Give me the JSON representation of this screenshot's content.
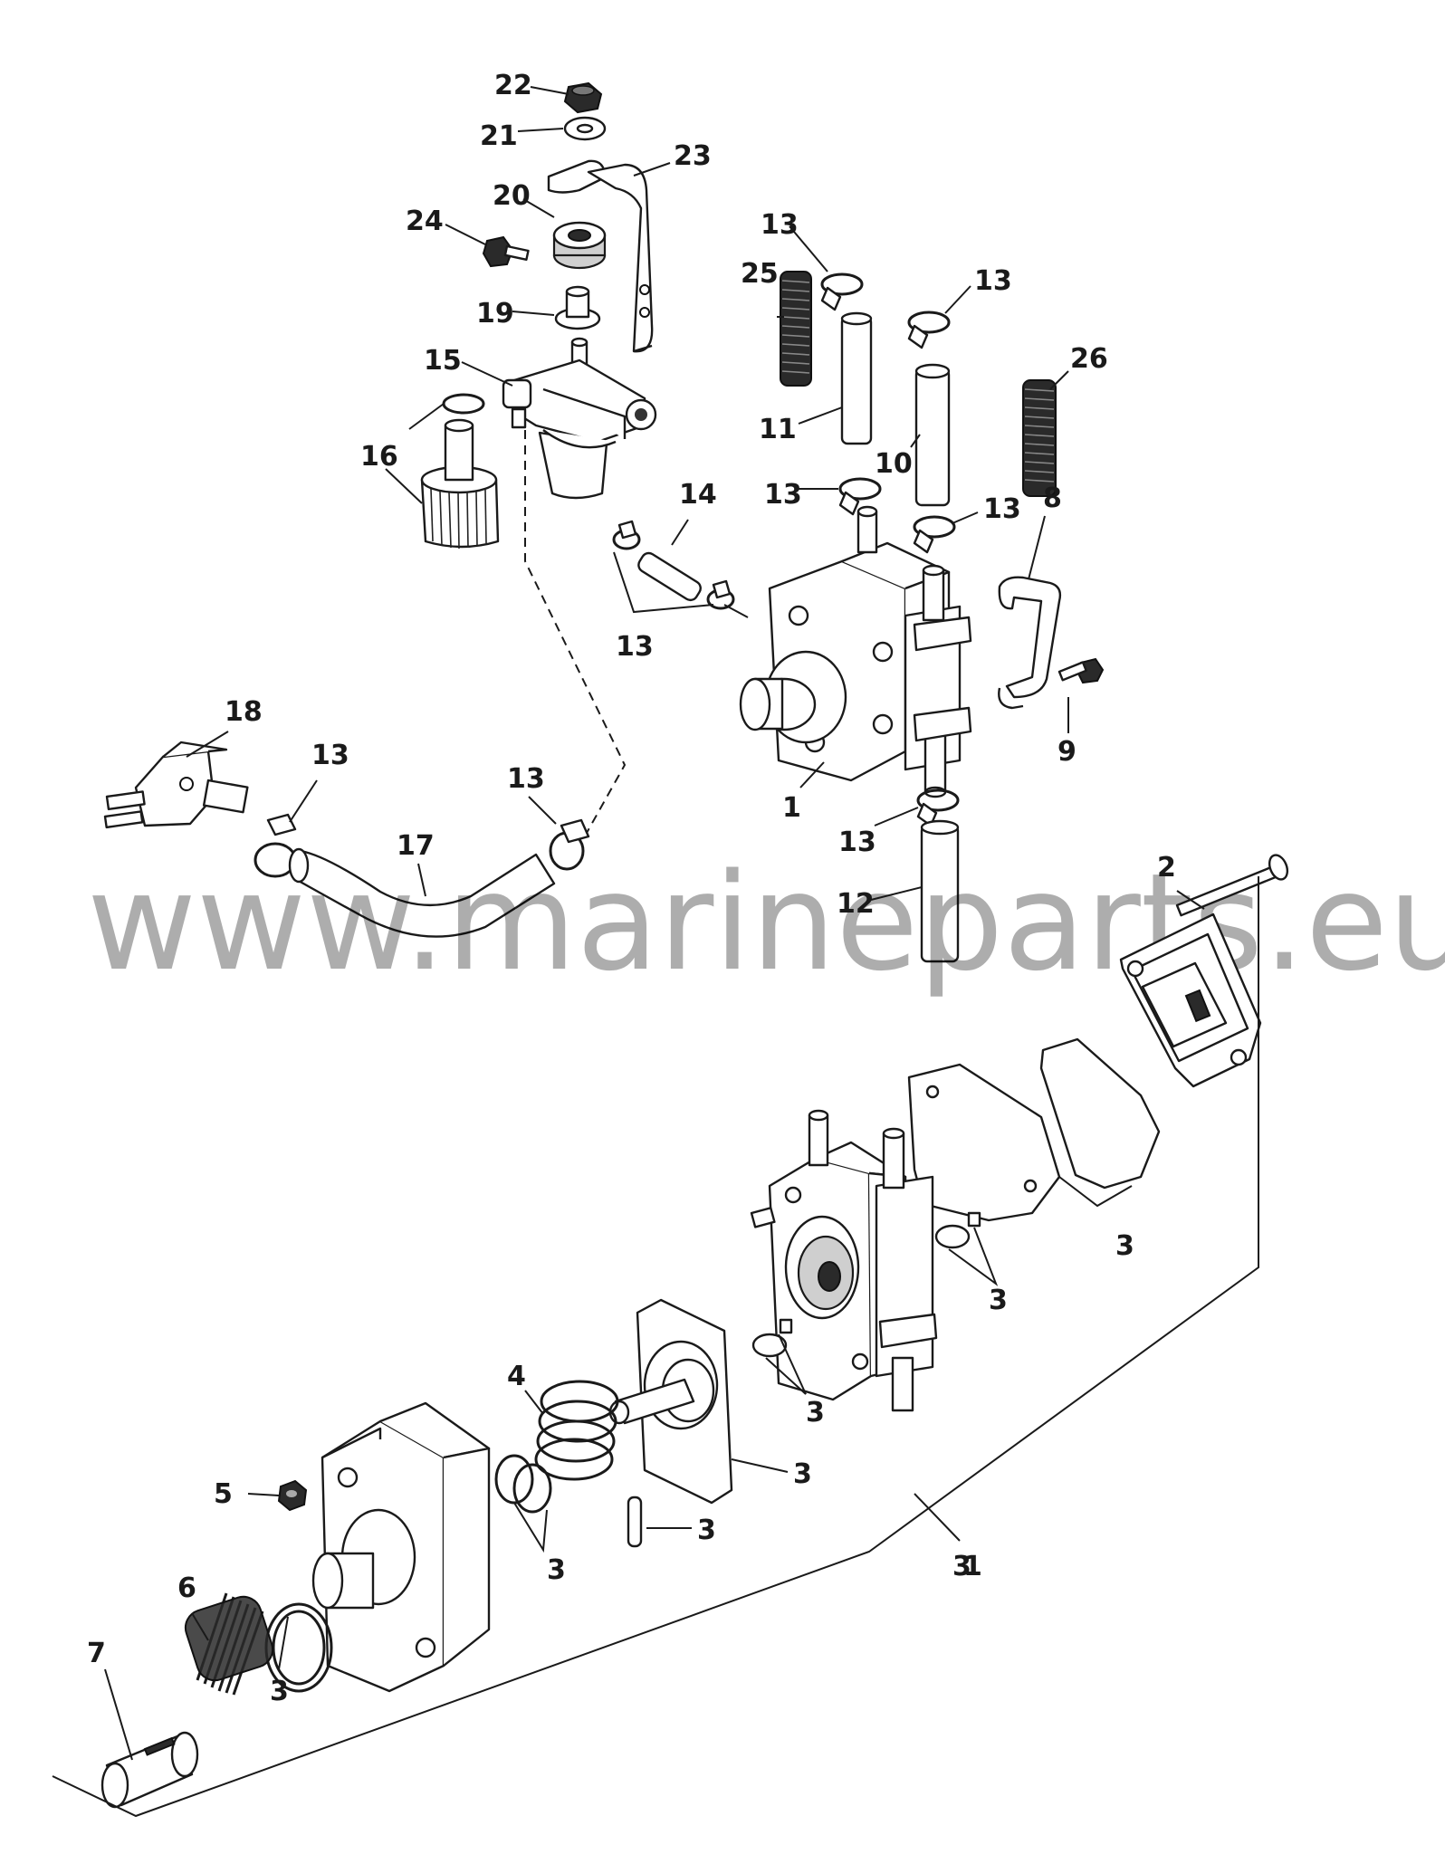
{
  "watermark": "www.marineparts.eu",
  "callouts": {
    "c22": "22",
    "c21": "21",
    "c23": "23",
    "c20": "20",
    "c24": "24",
    "c19": "19",
    "c15": "15",
    "c16": "16",
    "c13a": "13",
    "c13b": "13",
    "c25": "25",
    "c26": "26",
    "c11": "11",
    "c10": "10",
    "c13c": "13",
    "c13d": "13",
    "c14": "14",
    "c13e": "13",
    "c8": "8",
    "c9": "9",
    "c1a": "1",
    "c18": "18",
    "c13f": "13",
    "c13g": "13",
    "c17": "17",
    "c13h": "13",
    "c12": "12",
    "c2": "2",
    "c3a": "3",
    "c3b": "3",
    "c3c": "3",
    "c3d": "3",
    "c3e": "3",
    "c3f": "3",
    "c3g": "3",
    "c3h": "3",
    "c4": "4",
    "c5": "5",
    "c6": "6",
    "c7": "7",
    "c1b": "1"
  }
}
